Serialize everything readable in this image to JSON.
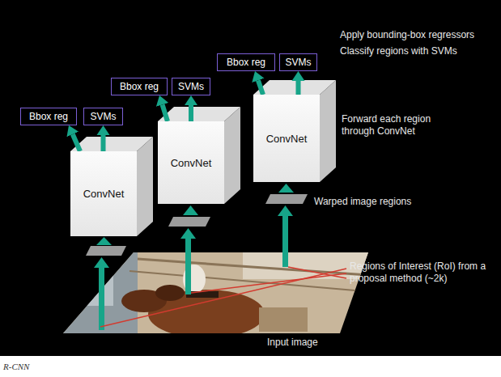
{
  "diagram": {
    "caption": "R-CNN",
    "nodes": [
      {
        "text": [
          "Bbox reg"
        ]
      },
      {
        "text": [
          "SVMs"
        ]
      },
      {
        "text": [
          "Bbox reg"
        ]
      },
      {
        "text": [
          "SVMs"
        ]
      },
      {
        "text": [
          "Bbox reg"
        ]
      },
      {
        "text": [
          "SVMs"
        ]
      },
      {
        "text": [
          "ConvNet"
        ]
      },
      {
        "text": [
          "ConvNet"
        ]
      },
      {
        "text": [
          "ConvNet"
        ]
      }
    ],
    "edges": [
      {
        "from": 6,
        "to": 0,
        "arrow": "to"
      },
      {
        "from": 6,
        "to": 1,
        "arrow": "to"
      },
      {
        "from": 7,
        "to": 2,
        "arrow": "to"
      },
      {
        "from": 7,
        "to": 3,
        "arrow": "to"
      },
      {
        "from": 8,
        "to": 4,
        "arrow": "to"
      },
      {
        "from": 8,
        "to": 5,
        "arrow": "to"
      }
    ],
    "labels": [
      "Apply bounding-box regressors",
      "Classify regions with SVMs",
      "Forward each region through ConvNet",
      "Warped image regions",
      "Regions of Interest (RoI) from a proposal method (~2k)",
      "Input image"
    ]
  }
}
